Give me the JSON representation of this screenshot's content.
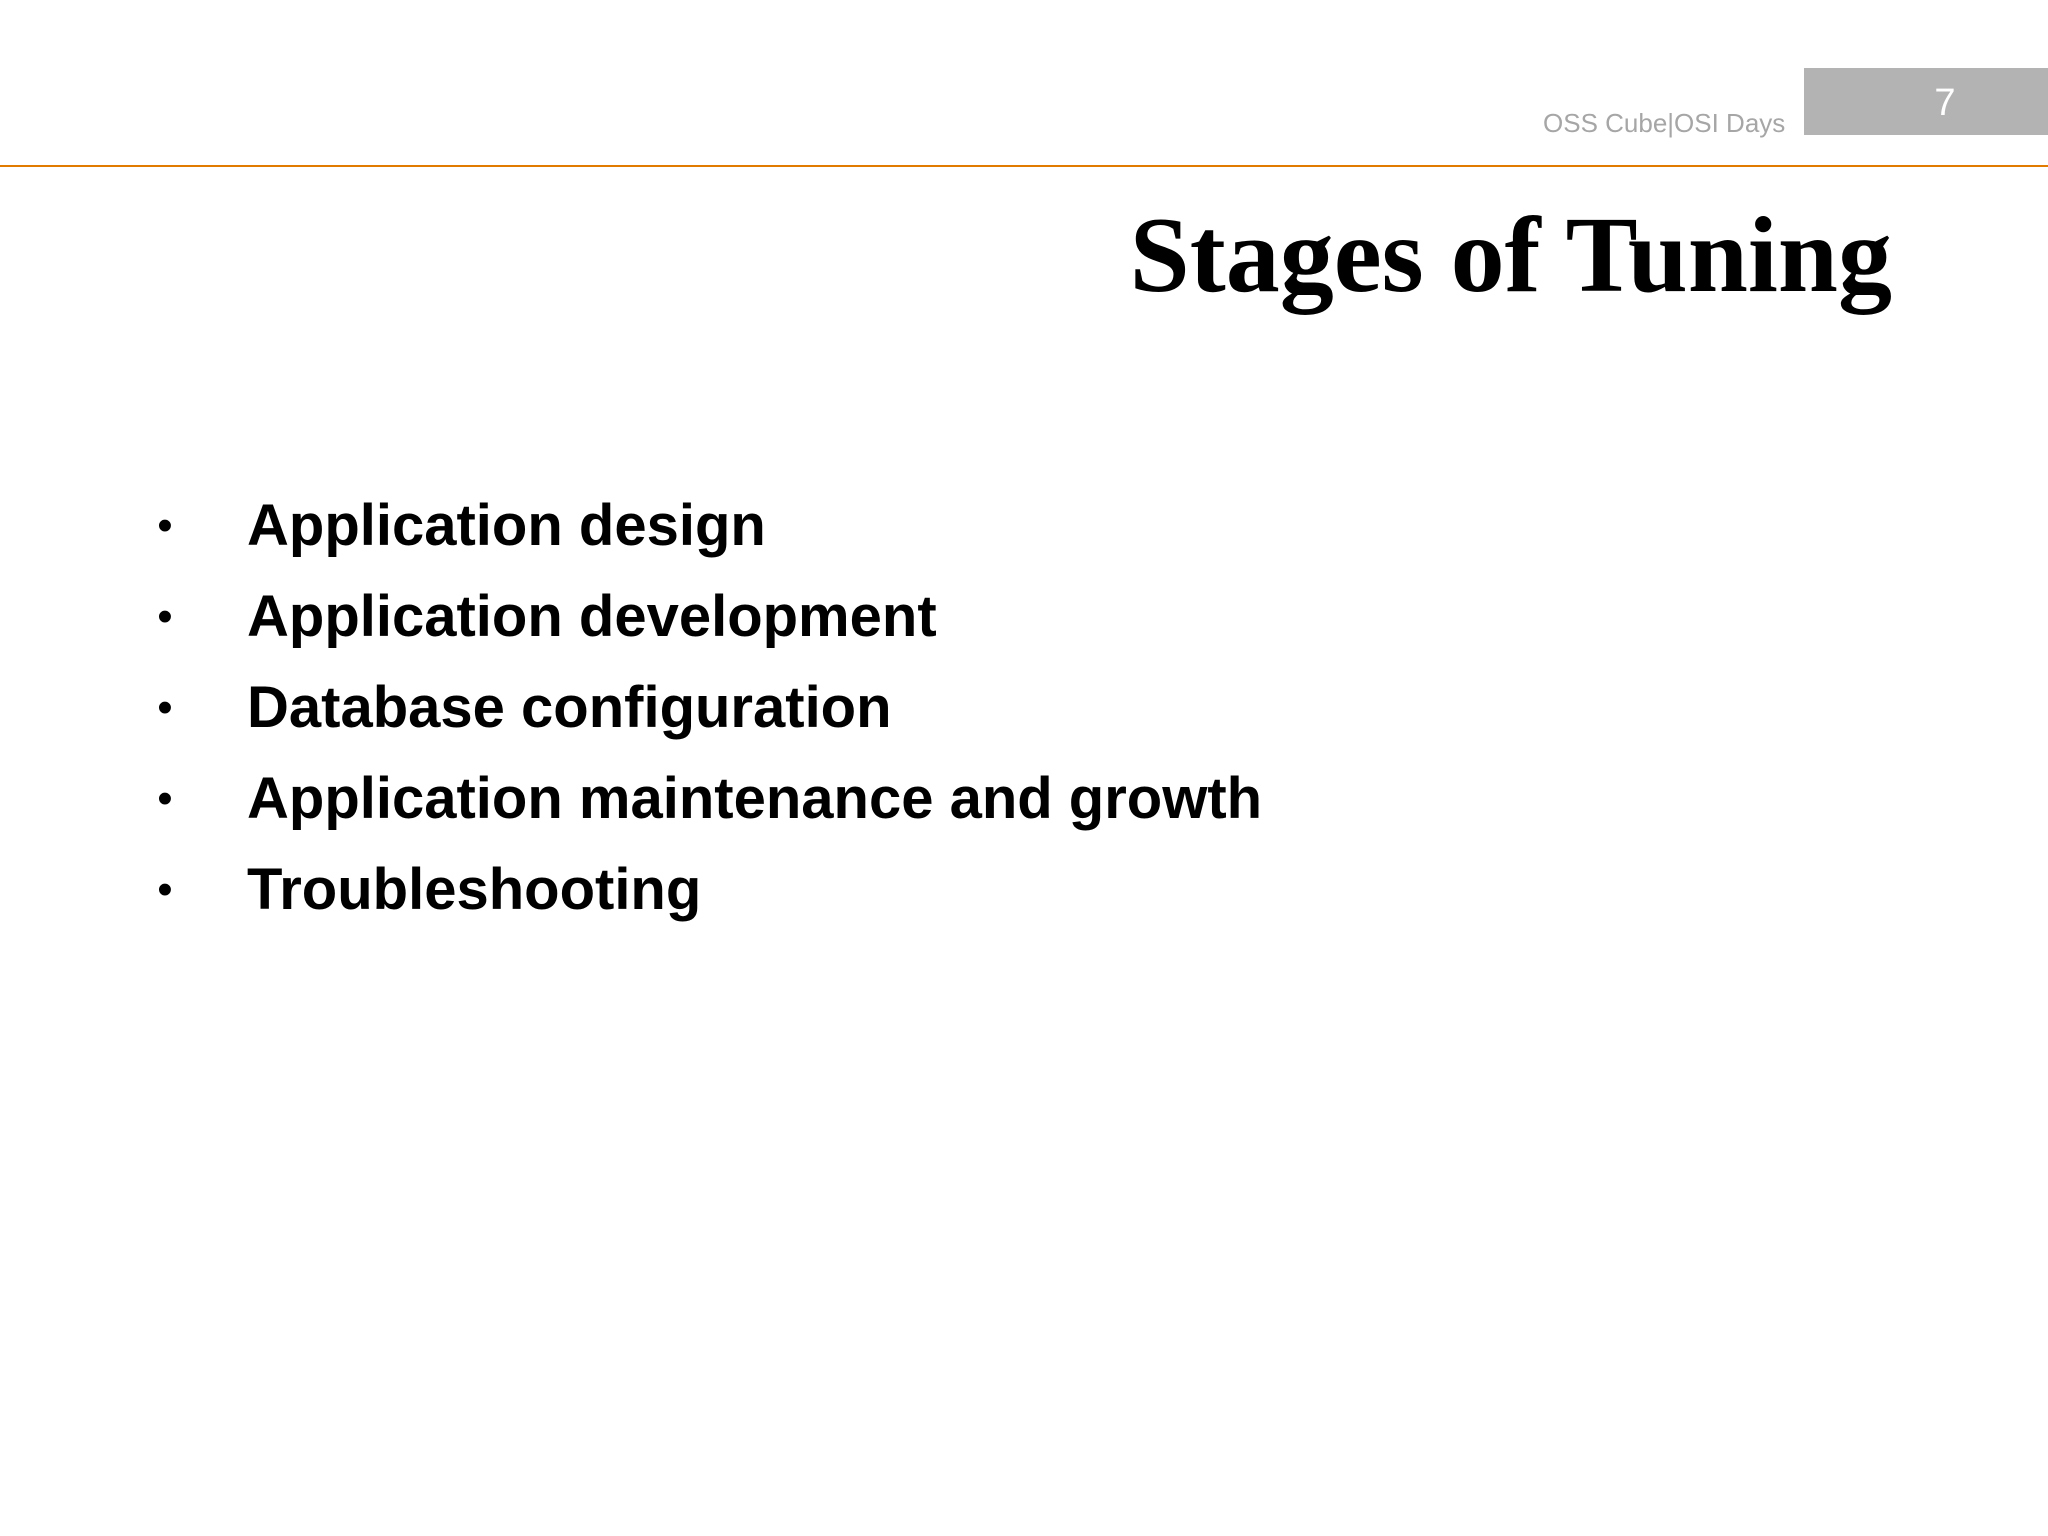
{
  "header": {
    "footer_text": "OSS Cube|OSI Days",
    "page_number": "7",
    "accent_color": "#e07b00",
    "page_box_color": "#b3b3b3"
  },
  "slide": {
    "title": "Stages of Tuning",
    "bullet_symbol": "•",
    "bullets": [
      "Application design",
      "Application development",
      "Database configuration",
      "Application maintenance and growth",
      "Troubleshooting"
    ]
  }
}
